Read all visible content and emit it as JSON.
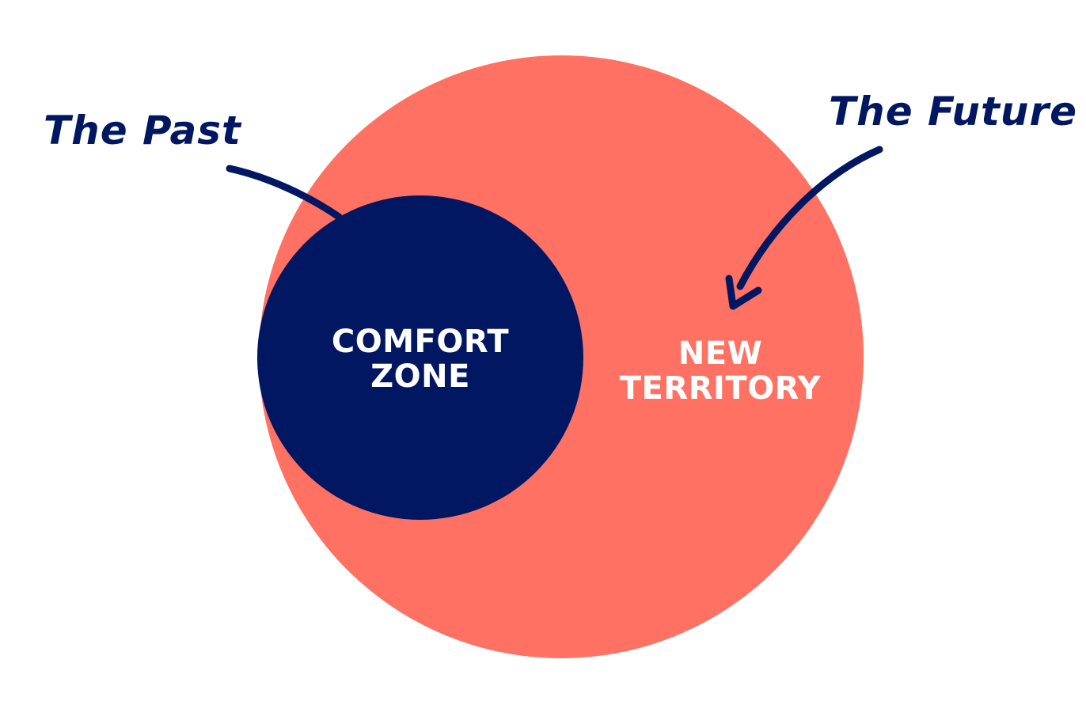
{
  "colors": {
    "background": "#ffffff",
    "new_territory": "#ff7163",
    "comfort_zone": "#021761",
    "inner_text": "#ffffff",
    "annotation": "#021761"
  },
  "comfort_zone": {
    "line1": "COMFORT",
    "line2": "ZONE"
  },
  "new_territory": {
    "line1": "NEW",
    "line2": "TERRITORY"
  },
  "annotations": {
    "past": "The Past",
    "future": "The Future"
  }
}
